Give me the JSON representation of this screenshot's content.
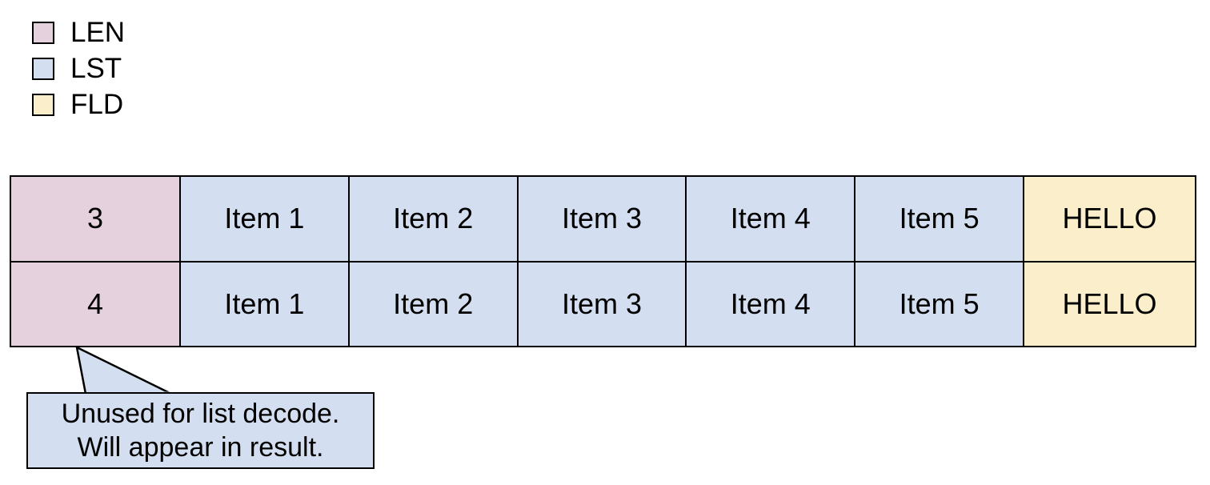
{
  "legend": {
    "items": [
      {
        "label": "LEN",
        "color": "#e5d0dd"
      },
      {
        "label": "LST",
        "color": "#d3dff0"
      },
      {
        "label": "FLD",
        "color": "#fbefcb"
      }
    ]
  },
  "table": {
    "rows": [
      {
        "len": "3",
        "list": [
          "Item 1",
          "Item 2",
          "Item 3",
          "Item 4",
          "Item 5"
        ],
        "fld": "HELLO"
      },
      {
        "len": "4",
        "list": [
          "Item 1",
          "Item 2",
          "Item 3",
          "Item 4",
          "Item 5"
        ],
        "fld": "HELLO"
      }
    ]
  },
  "callout": {
    "line1": "Unused for list decode.",
    "line2": "Will appear in result.",
    "fill": "#d3dff0",
    "stroke": "#000000"
  },
  "colors": {
    "len": "#e5d0dd",
    "lst": "#d3dff0",
    "fld": "#fbefcb",
    "stroke": "#000000",
    "background": "#ffffff"
  }
}
